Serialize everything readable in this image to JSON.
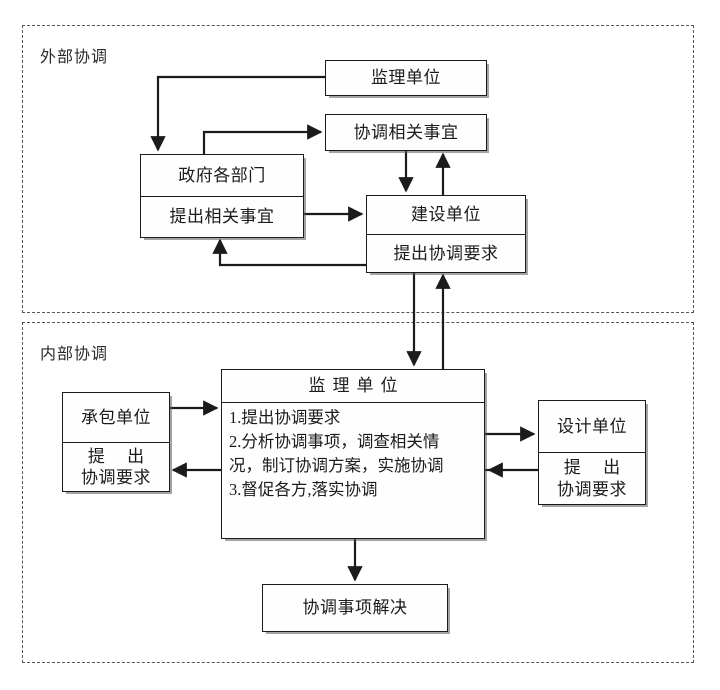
{
  "diagram": {
    "sections": [
      {
        "id": "external",
        "label": "外部协调"
      },
      {
        "id": "internal",
        "label": "内部协调"
      }
    ],
    "nodes": {
      "supervisor_top": {
        "title": "监理单位"
      },
      "coordination_matters": {
        "title": "协调相关事宜"
      },
      "government": {
        "title": "政府各部门",
        "sub": "提出相关事宜"
      },
      "construction_unit": {
        "title": "建设单位",
        "sub": "提出协调要求"
      },
      "contractor": {
        "title": "承包单位",
        "sub_line1": "提 出",
        "sub_line2": "协调要求"
      },
      "designer": {
        "title": "设计单位",
        "sub_line1": "提 出",
        "sub_line2": "协调要求"
      },
      "supervisor_main": {
        "title": "监理单位",
        "item1": "1.提出协调要求",
        "item2a": "2.分析协调事项，调查相关情",
        "item2b": "况，制订协调方案，实施协调",
        "item3": "3.督促各方,落实协调"
      },
      "resolved": {
        "title": "协调事项解决"
      }
    },
    "colors": {
      "stroke": "#1b1b1b",
      "frame": "#555555",
      "background": "#ffffff",
      "box_fill": "#fefefe"
    }
  }
}
